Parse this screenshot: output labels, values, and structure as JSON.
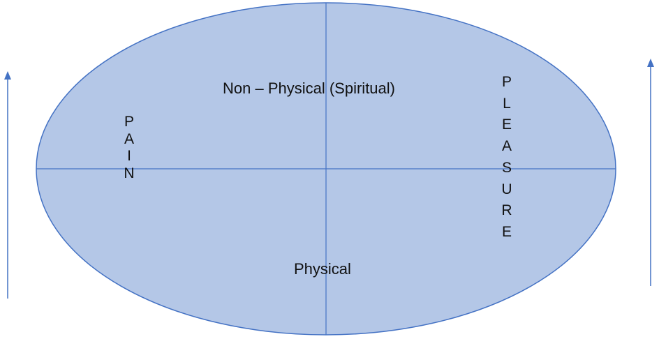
{
  "diagram": {
    "top_label": "Non – Physical (Spiritual)",
    "bottom_label": "Physical",
    "left_vertical": "PAIN",
    "right_vertical": "PLEASURE",
    "colors": {
      "ellipse_fill": "#b4c7e7",
      "ellipse_stroke": "#4472c4",
      "axis_lines": "#4472c4",
      "arrows": "#4472c4",
      "text": "#111111"
    }
  }
}
